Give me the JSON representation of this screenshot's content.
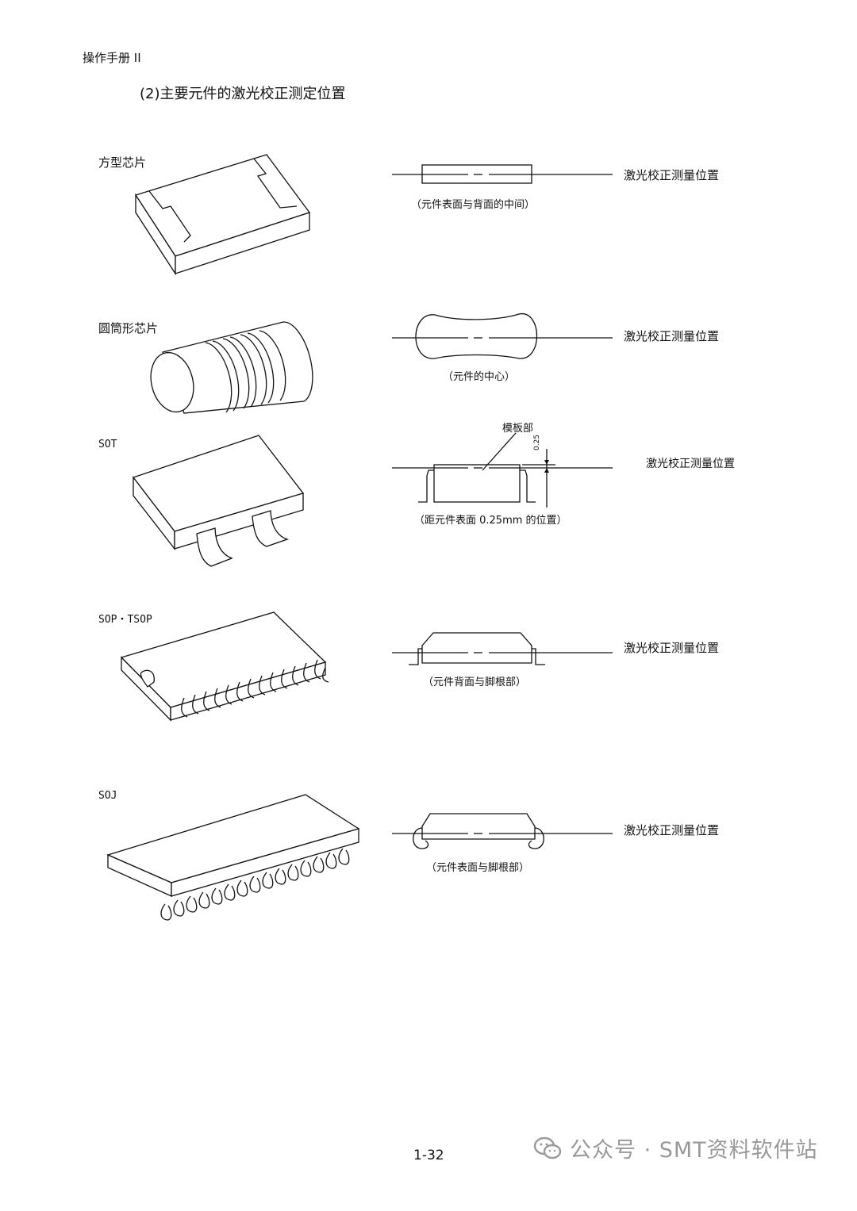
{
  "header": {
    "manual_title": "操作手册 II"
  },
  "section": {
    "title": "(2)主要元件的激光校正测定位置"
  },
  "components": [
    {
      "label": "方型芯片",
      "laser_label": "激光校正测量位置",
      "caption": "（元件表面与背面的中间）"
    },
    {
      "label": "圆筒形芯片",
      "laser_label": "激光校正测量位置",
      "caption": "（元件的中心）"
    },
    {
      "label": "SOT",
      "laser_label": "激光校正测量位置",
      "caption": "（距元件表面 0.25mm 的位置）",
      "template_label": "模板部",
      "dimension": "0.25"
    },
    {
      "label": "SOP・TSOP",
      "laser_label": "激光校正测量位置",
      "caption": "（元件背面与脚根部）"
    },
    {
      "label": "SOJ",
      "laser_label": "激光校正测量位置",
      "caption": "（元件表面与脚根部）"
    }
  ],
  "footer": {
    "page_number": "1-32"
  },
  "watermark": {
    "text": "公众号 · SMT资料软件站",
    "icon": "wechat-icon"
  }
}
